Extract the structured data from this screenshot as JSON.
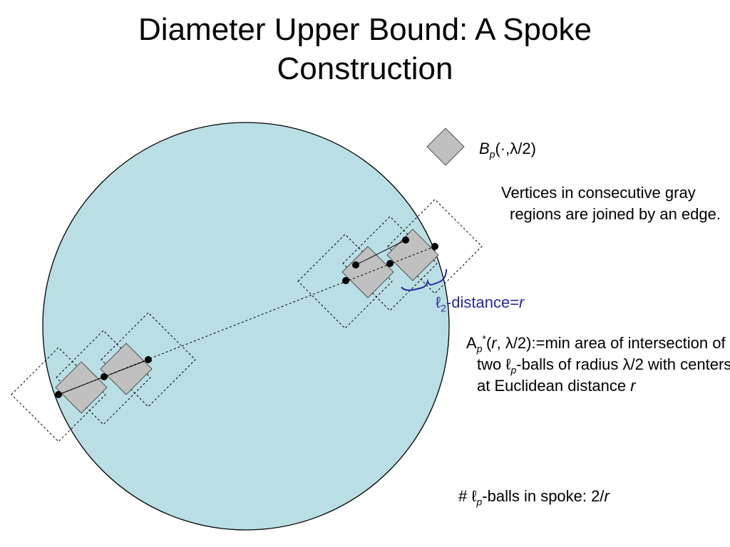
{
  "slide": {
    "title_line1": "Diameter Upper Bound: A Spoke",
    "title_line2": "Construction"
  },
  "legend": {
    "symbol": "B",
    "subscript": "p",
    "args": "(·,λ/2)"
  },
  "edge_note": "Vertices in consecutive gray regions are joined by an edge.",
  "distance_label": {
    "ell": "ℓ",
    "sub": "2",
    "text": "-distance=",
    "var": "r"
  },
  "area_note": {
    "A": "A",
    "sub": "p",
    "sup": "*",
    "open": "(",
    "r": "r",
    "rest1": ", λ/2):=min area of intersection of two ",
    "ell": "ℓ",
    "ell_sub": "p",
    "rest2": "-balls of radius λ/2 with centers at Euclidean distance ",
    "r2": "r"
  },
  "count_note": {
    "prefix": "# ",
    "ell": "ℓ",
    "sub": "p",
    "text": "-balls in spoke: 2/",
    "var": "r"
  },
  "colors": {
    "disk_fill": "#b9dfe4",
    "gray_region": "#c0c0c0",
    "brace": "#2a2a9a"
  }
}
